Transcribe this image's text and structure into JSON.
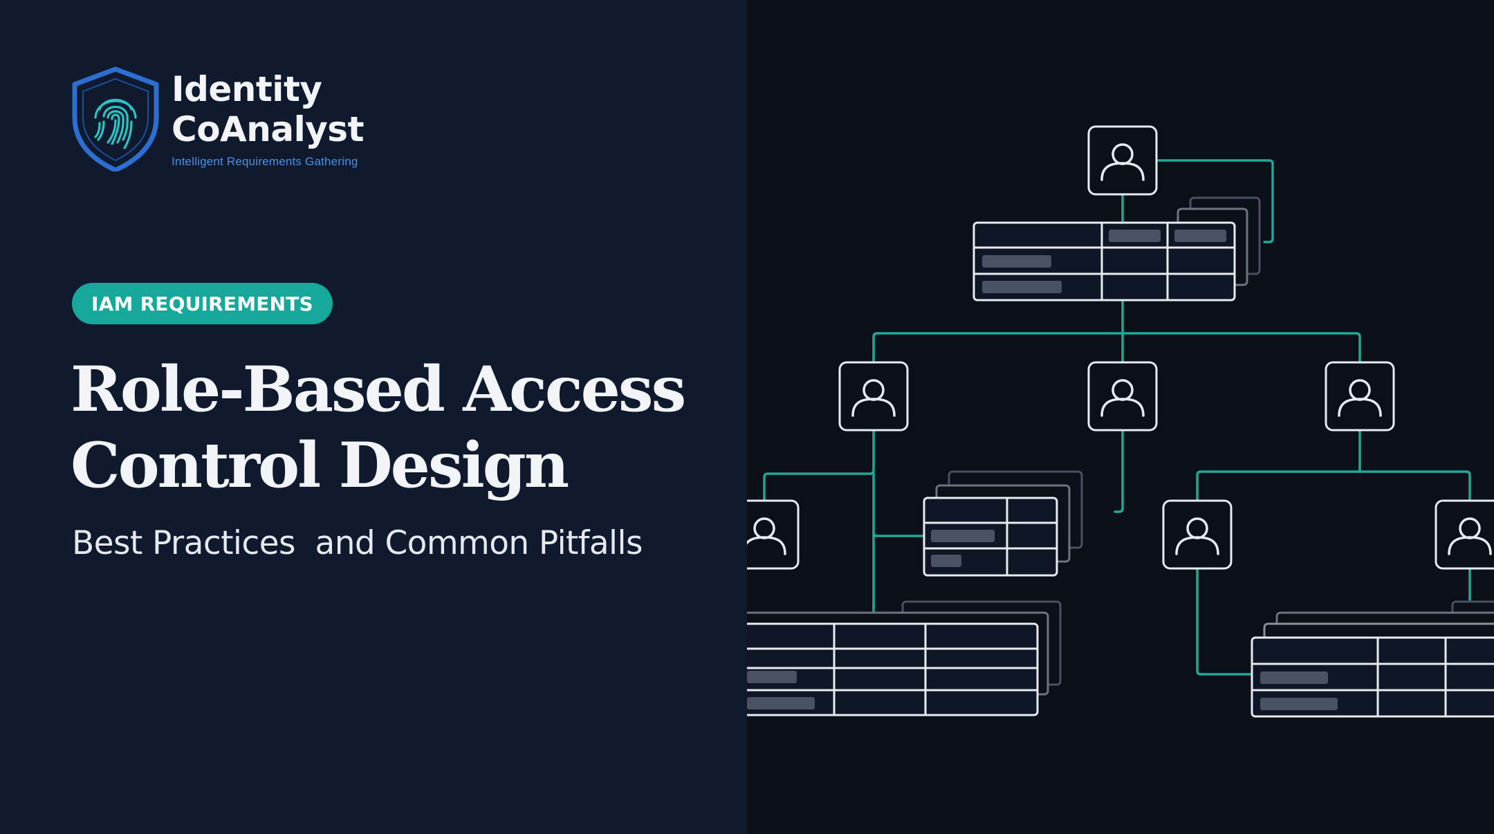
{
  "brand": {
    "name_line1": "Identity",
    "name_line2": "CoAnalyst",
    "tagline": "Intelligent Requirements Gathering",
    "logo_icon": "fingerprint-shield-icon"
  },
  "tag": {
    "label": "IAM REQUIREMENTS"
  },
  "title": {
    "line1": "Role-Based Access",
    "line2": "Control Design"
  },
  "subtitle": "Best Practices  and Common Pitfalls",
  "diagram": {
    "user_icon": "user-icon",
    "table_icon": "table-icon"
  },
  "colors": {
    "left_background": "#0f1a2e",
    "right_background": "#0a0f18",
    "accent_teal": "#16a89a",
    "connector_teal": "#1fa896",
    "tagline_blue": "#4a90e2",
    "shield_blue": "#2d6fd1",
    "fingerprint_cyan": "#2bc4c4",
    "box_stroke": "#e8ebf0",
    "placeholder_bar": "#4a5261"
  }
}
